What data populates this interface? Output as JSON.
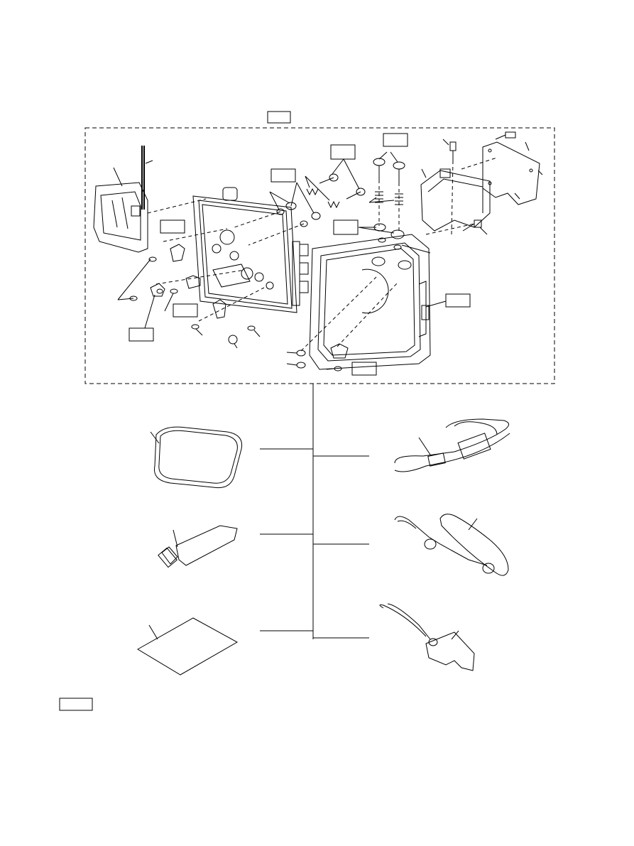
{
  "page": {
    "description_visible_text": []
  },
  "callout_boxes": [
    {
      "id": "header-box"
    },
    {
      "id": "box-top-center"
    },
    {
      "id": "box-top-mid"
    },
    {
      "id": "box-mid-left"
    },
    {
      "id": "box-hinge-pin"
    },
    {
      "id": "box-left-lever"
    },
    {
      "id": "box-left-bottom"
    },
    {
      "id": "box-lens-window"
    },
    {
      "id": "box-housing-right"
    },
    {
      "id": "box-bottom-lever"
    },
    {
      "id": "box-legend"
    }
  ],
  "accessories": [
    {
      "id": "o-ring"
    },
    {
      "id": "silicone-grease-tube"
    },
    {
      "id": "lens-cleaning-paper"
    },
    {
      "id": "neck-strap"
    },
    {
      "id": "hand-strap"
    },
    {
      "id": "o-ring-remover-tool"
    }
  ]
}
